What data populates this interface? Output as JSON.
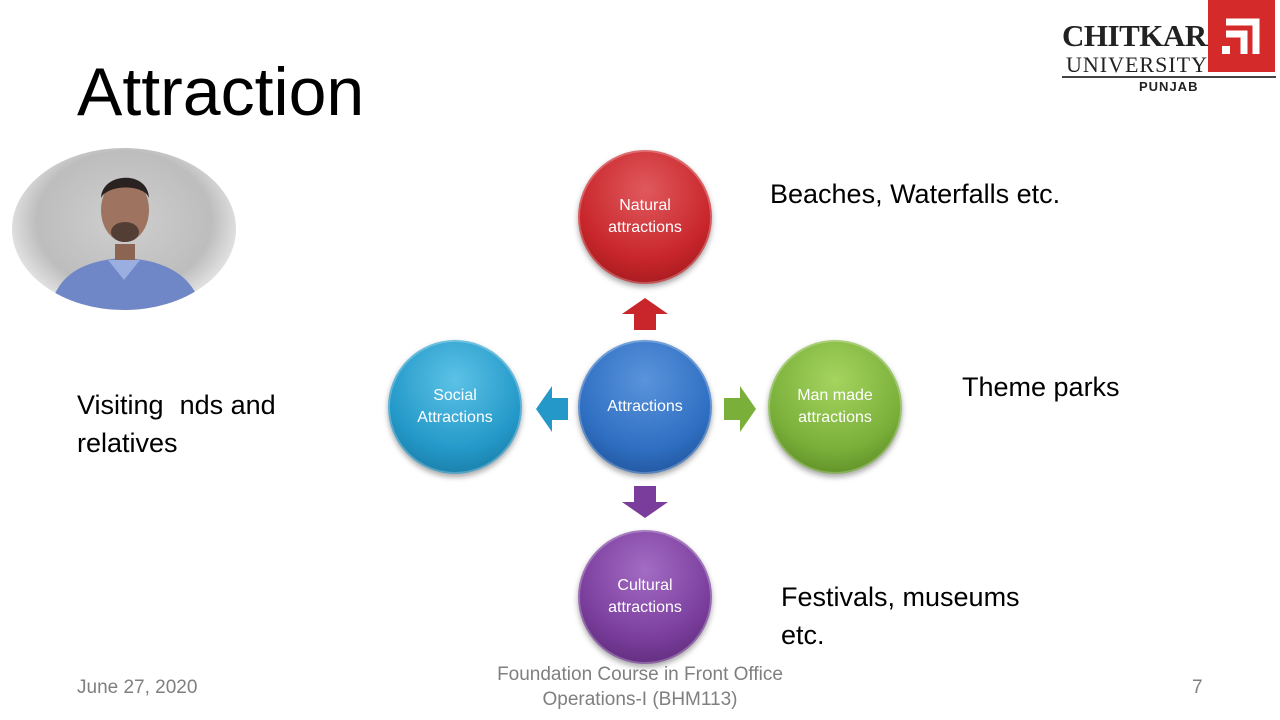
{
  "slide": {
    "title": "Attraction",
    "date": "June 27, 2020",
    "course_line1": "Foundation Course in Front Office",
    "course_line2": "Operations-I (BHM113)",
    "page_number": "7"
  },
  "logo": {
    "line1": "CHITKARA",
    "line2": "UNIVERSITY",
    "line3": "PUNJAB",
    "accent": "#d42a2a"
  },
  "diagram": {
    "center": {
      "line1": "Attractions",
      "color": "#2f6fc2"
    },
    "top": {
      "line1": "Natural",
      "line2": "attractions",
      "color": "#c8262b"
    },
    "right": {
      "line1": "Man made",
      "line2": "attractions",
      "color": "#7ab03a"
    },
    "bottom": {
      "line1": "Cultural",
      "line2": "attractions",
      "color": "#7a3d9c"
    },
    "left": {
      "line1": "Social",
      "line2": "Attractions",
      "color": "#2499c9"
    }
  },
  "notes": {
    "top_right": "Beaches, Waterfalls etc.",
    "right": "Theme parks",
    "bottom_line1": "Festivals, museums",
    "bottom_line2": "etc.",
    "left_line1": "Visiting",
    "left_line1_tail": "nds and",
    "left_line2": "relatives"
  }
}
